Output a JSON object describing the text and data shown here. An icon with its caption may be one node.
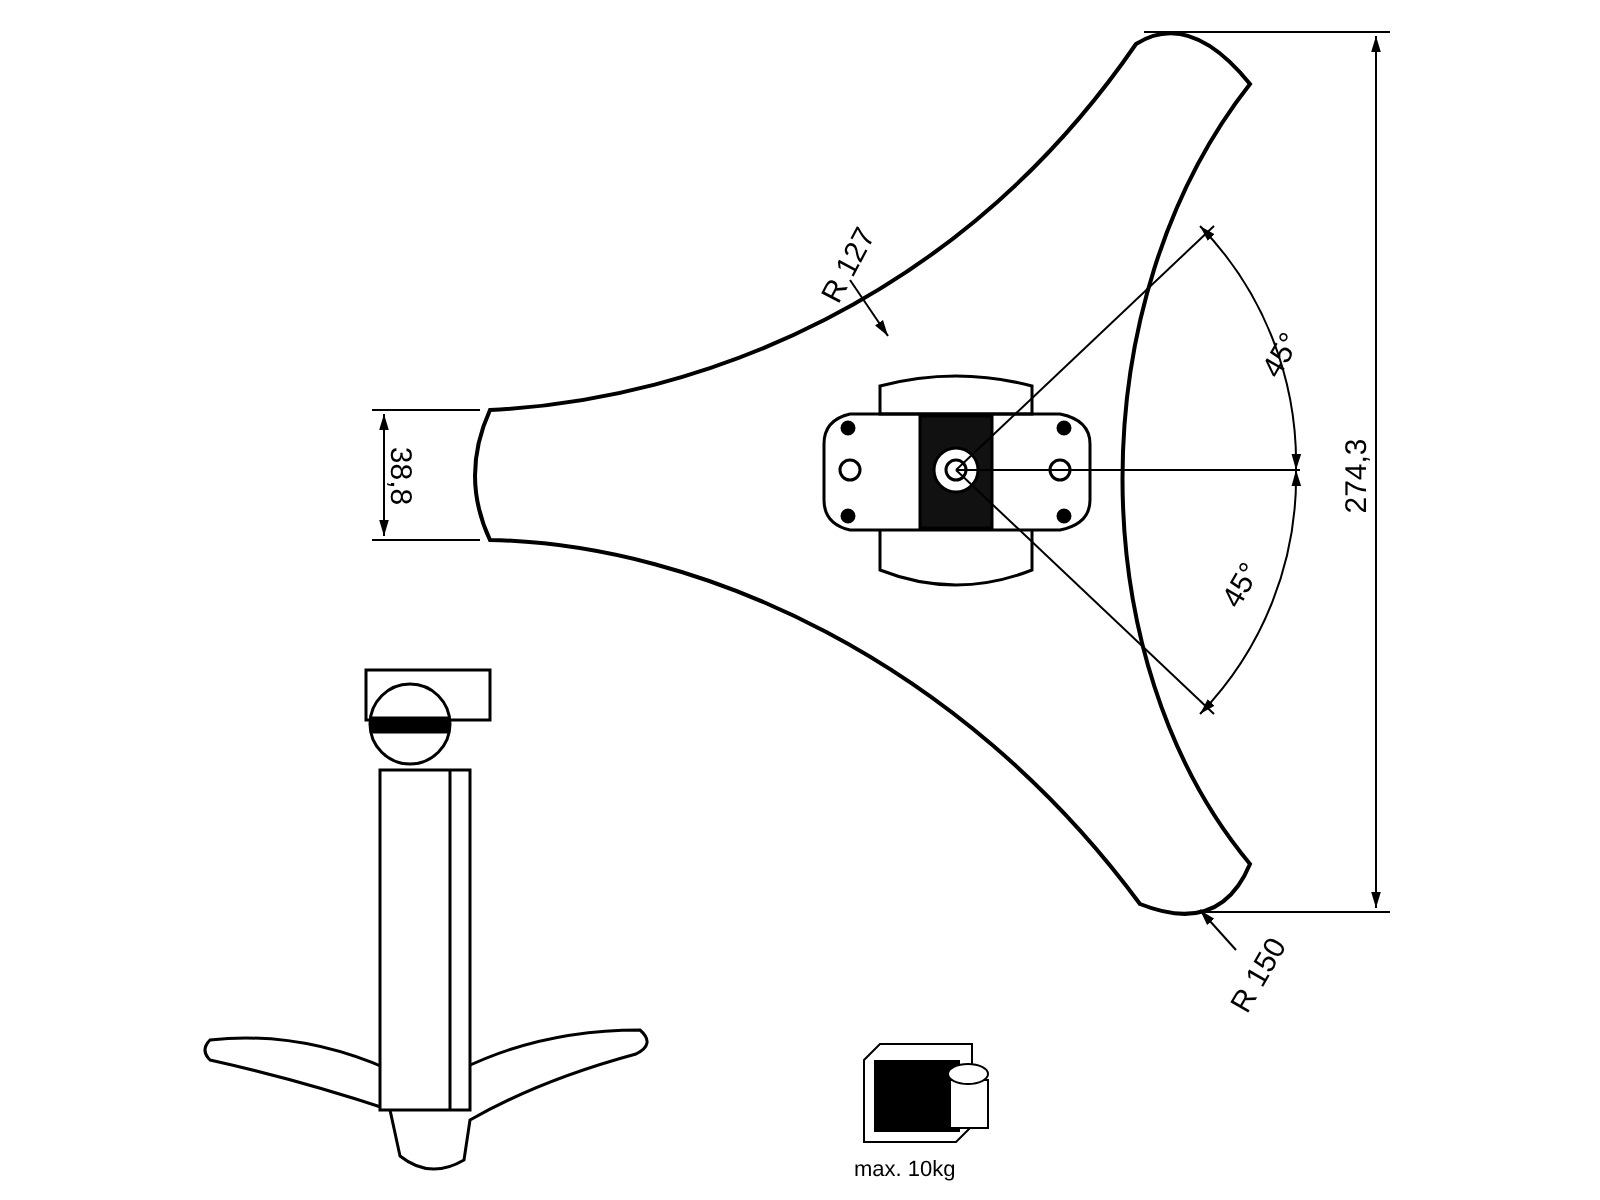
{
  "diagram": {
    "labels": [
      "R 127",
      "38,8",
      "45°",
      "274,3",
      "45°",
      "R 150",
      "max. 10kg"
    ]
  }
}
